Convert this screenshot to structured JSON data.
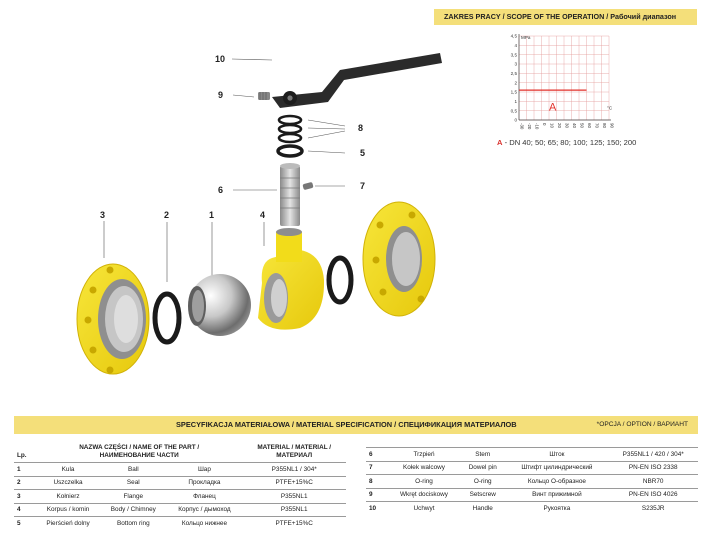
{
  "scope": {
    "header": "ZAKRES PRACY / SCOPE OF THE OPERATION / Рабочий диапазон",
    "y_unit": "MPa",
    "x_unit": "°C",
    "region_label": "A",
    "region_color": "#e2302a",
    "y_ticks": [
      "0",
      "0,5",
      "1",
      "1,5",
      "2",
      "2,5",
      "3",
      "3,5",
      "4",
      "4,5"
    ],
    "x_ticks": [
      "-30",
      "-20",
      "-10",
      "0",
      "10",
      "20",
      "30",
      "40",
      "50",
      "60",
      "70",
      "80",
      "90"
    ],
    "dn_label": "A",
    "dn_text": " - DN 40; 50; 65; 80; 100; 125; 150; 200"
  },
  "chart_data": {
    "type": "line",
    "x": [
      -30,
      60
    ],
    "series": [
      {
        "values": [
          1.6,
          1.6
        ]
      }
    ],
    "xlim": [
      -30,
      90
    ],
    "ylim": [
      0,
      4.5
    ],
    "xlabel": "°C",
    "ylabel": "MPa",
    "grid": true,
    "annotations": [
      "A"
    ]
  },
  "callouts": [
    "10",
    "9",
    "8",
    "5",
    "6",
    "7",
    "3",
    "2",
    "1",
    "4"
  ],
  "spec": {
    "title": "SPECYFIKACJA MATERIAŁOWA / MATERIAL SPECIFICATION / СПЕЦИФИКАЦИЯ МАТЕРИАЛОВ",
    "option_note": "*OPCJA / OPTION / ВАРИАНТ",
    "headers": {
      "lp": "Lp.",
      "name": "NAZWA CZĘŚCI / NAME OF THE PART /",
      "name2": "НАИМЕНОВАНИЕ ЧАСТИ",
      "material": "MATERIAL / MATERIAL /",
      "material2": "МАТЕРИАЛ"
    },
    "rows": [
      {
        "lp": "1",
        "pl": "Kula",
        "en": "Ball",
        "ru": "Шар",
        "mat": "P355NL1 / 304*"
      },
      {
        "lp": "2",
        "pl": "Uszczelka",
        "en": "Seal",
        "ru": "Прокладка",
        "mat": "PTFE+15%C"
      },
      {
        "lp": "3",
        "pl": "Kołnierz",
        "en": "Flange",
        "ru": "Фланец",
        "mat": "P355NL1"
      },
      {
        "lp": "4",
        "pl": "Korpus / komin",
        "en": "Body / Chimney",
        "ru": "Корпус / дымоход",
        "mat": "P355NL1"
      },
      {
        "lp": "5",
        "pl": "Pierścień dolny",
        "en": "Bottom ring",
        "ru": "Кольцо нижнее",
        "mat": "PTFE+15%C"
      },
      {
        "lp": "6",
        "pl": "Trzpień",
        "en": "Stem",
        "ru": "Шток",
        "mat": "P355NL1 / 420 / 304*"
      },
      {
        "lp": "7",
        "pl": "Kołek walcowy",
        "en": "Dowel pin",
        "ru": "Штифт цилиндрический",
        "mat": "PN-EN ISO 2338"
      },
      {
        "lp": "8",
        "pl": "O-ring",
        "en": "O-ring",
        "ru": "Кольцо О-образное",
        "mat": "NBR70"
      },
      {
        "lp": "9",
        "pl": "Wkręt dociskowy",
        "en": "Setscrew",
        "ru": "Винт прижимной",
        "mat": "PN-EN ISO 4026"
      },
      {
        "lp": "10",
        "pl": "Uchwyt",
        "en": "Handle",
        "ru": "Рукоятка",
        "mat": "S235JR"
      }
    ]
  },
  "colors": {
    "yellow_part": "#f2dc1a",
    "header_bar": "#f4df7a"
  }
}
